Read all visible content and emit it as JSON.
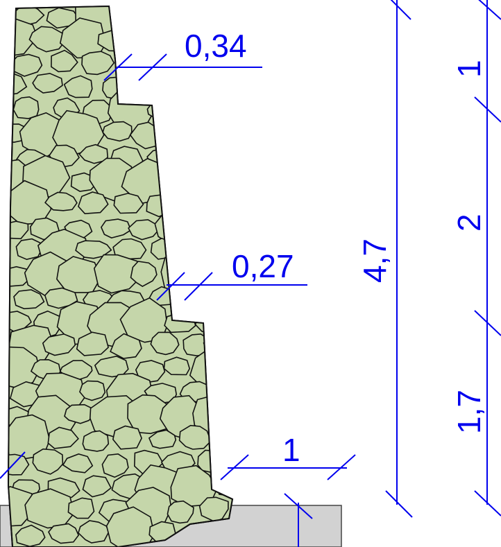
{
  "dimensions": {
    "top_step_width": "0,34",
    "middle_step_width": "0,27",
    "toe_width": "1",
    "total_height": "4,7",
    "segment_top": "1",
    "segment_middle": "2",
    "segment_bottom": "1,7"
  },
  "colors": {
    "wall_fill": "#c5d6aa",
    "stone_stroke": "#111111",
    "ground_fill": "#d2d2d2",
    "dimension": "#0000ee"
  }
}
